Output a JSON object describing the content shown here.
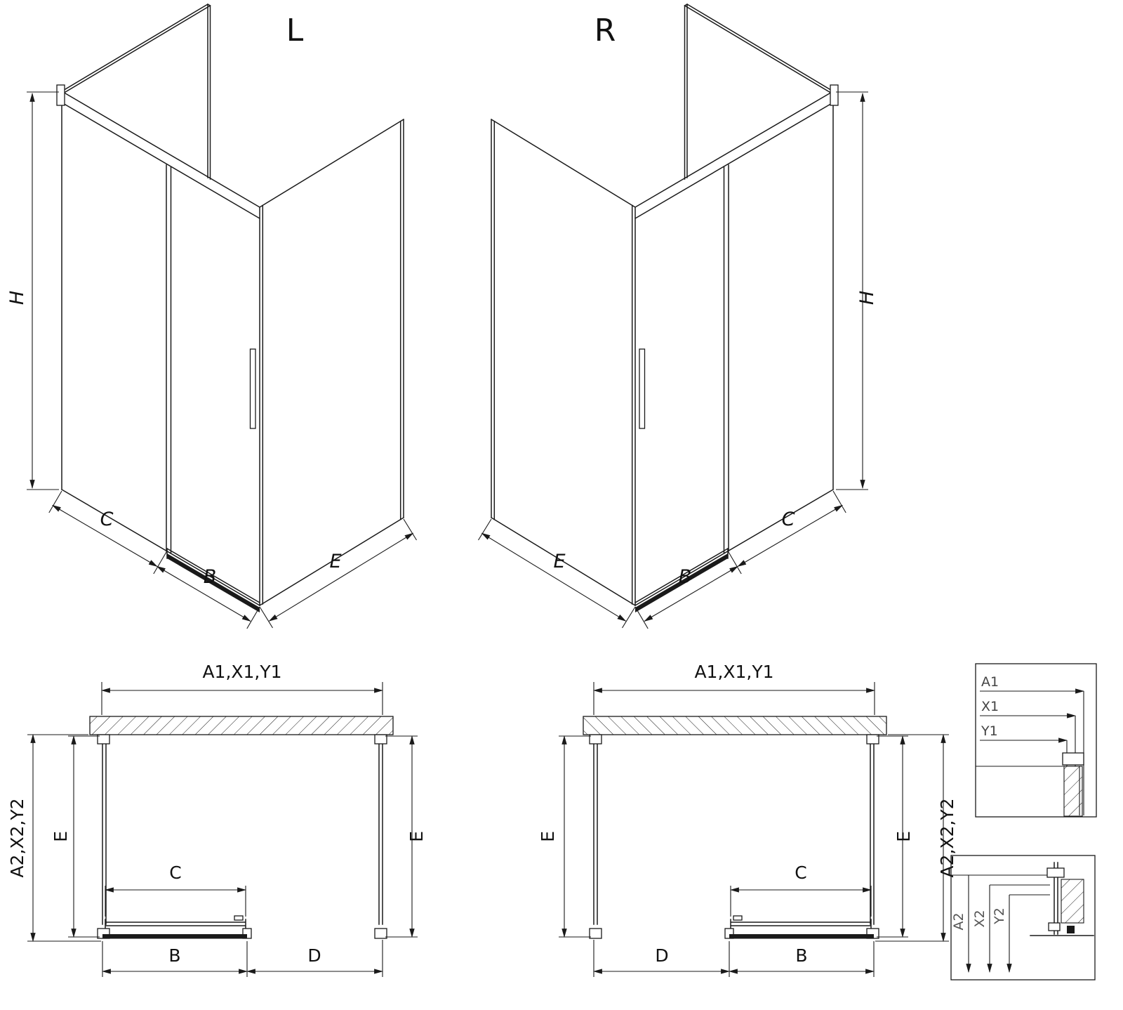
{
  "page": {
    "background": "#ffffff",
    "line_color": "#1a1a1a"
  },
  "iso_left": {
    "variant_label": "L",
    "dim_h": "H",
    "dim_c": "C",
    "dim_b": "B",
    "dim_e": "E"
  },
  "iso_right": {
    "variant_label": "R",
    "dim_h": "H",
    "dim_c": "C",
    "dim_b": "B",
    "dim_e": "E"
  },
  "plan_left": {
    "dim_width_top": "A1,X1,Y1",
    "dim_depth_side": "A2,X2,Y2",
    "dim_e_left": "E",
    "dim_e_right": "E",
    "dim_door": "C",
    "dim_bottom_left": "B",
    "dim_bottom_right": "D"
  },
  "plan_right": {
    "dim_width_top": "A1,X1,Y1",
    "dim_depth_side": "A2,X2,Y2",
    "dim_e_left": "E",
    "dim_e_right": "E",
    "dim_door": "C",
    "dim_bottom_left": "D",
    "dim_bottom_right": "B"
  },
  "detail_upper": {
    "labels": [
      "A1",
      "X1",
      "Y1"
    ]
  },
  "detail_lower": {
    "labels": [
      "A2",
      "X2",
      "Y2"
    ]
  }
}
